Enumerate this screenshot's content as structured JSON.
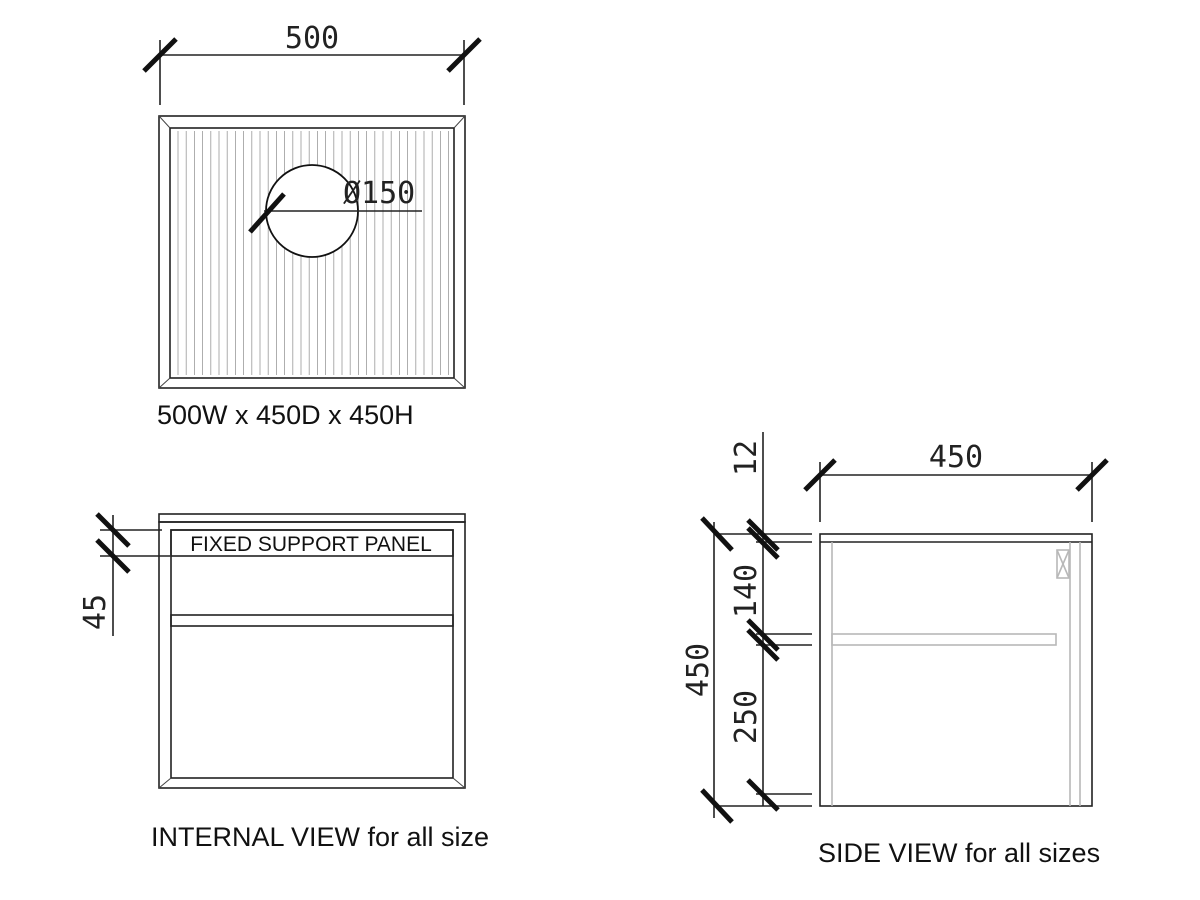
{
  "top_view": {
    "width_dim": "500",
    "hole_dim": "Ø150",
    "caption": "500W x 450D x 450H"
  },
  "internal_view": {
    "panel_label": "FIXED SUPPORT PANEL",
    "panel_dim": "45",
    "caption": "INTERNAL VIEW for all size"
  },
  "side_view": {
    "depth_dim": "450",
    "top_thickness_dim": "12",
    "upper_dim": "140",
    "total_height_dim": "450",
    "lower_dim": "250",
    "caption": "SIDE VIEW for all sizes"
  }
}
